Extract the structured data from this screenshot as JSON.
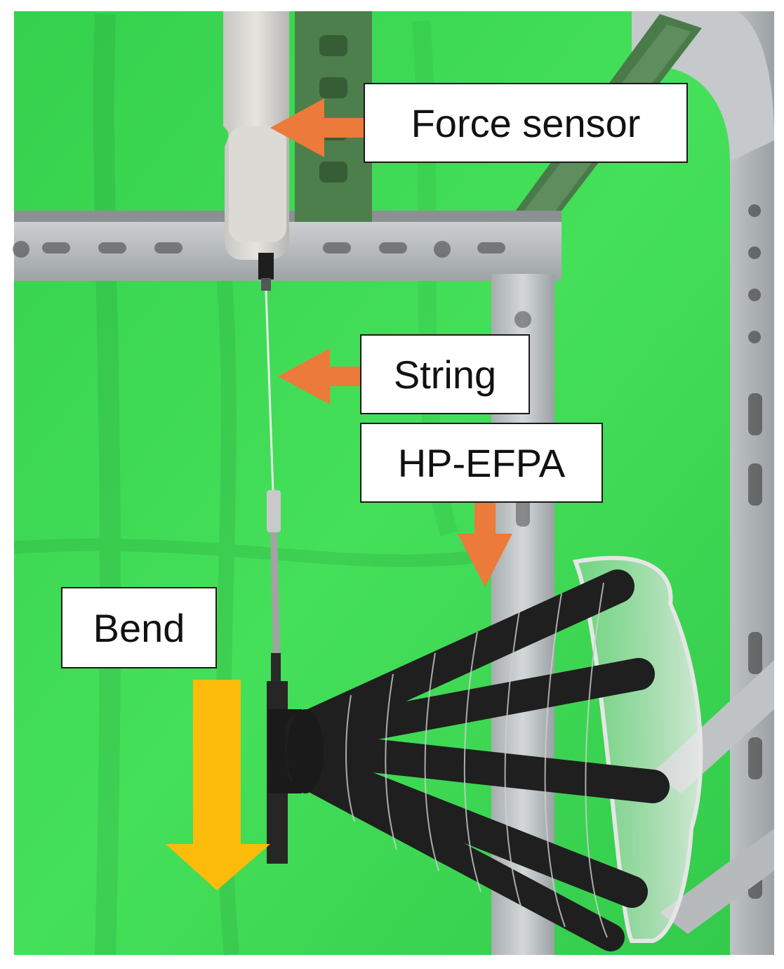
{
  "labels": {
    "force_sensor": "Force sensor",
    "string": "String",
    "hp_efpa": "HP-EFPA",
    "bend": "Bend"
  },
  "colors": {
    "background_green": "#3fdc55",
    "frame_metal": "#b9bdbf",
    "pointer_orange": "#ec7a3a",
    "bend_arrow_yellow": "#fdbb0b",
    "actuator_black": "#1e1e1e"
  },
  "icons": {
    "pointer": "arrow-left-icon",
    "hp_efpa_pointer": "arrow-down-icon",
    "bend_direction": "arrow-down-icon"
  }
}
